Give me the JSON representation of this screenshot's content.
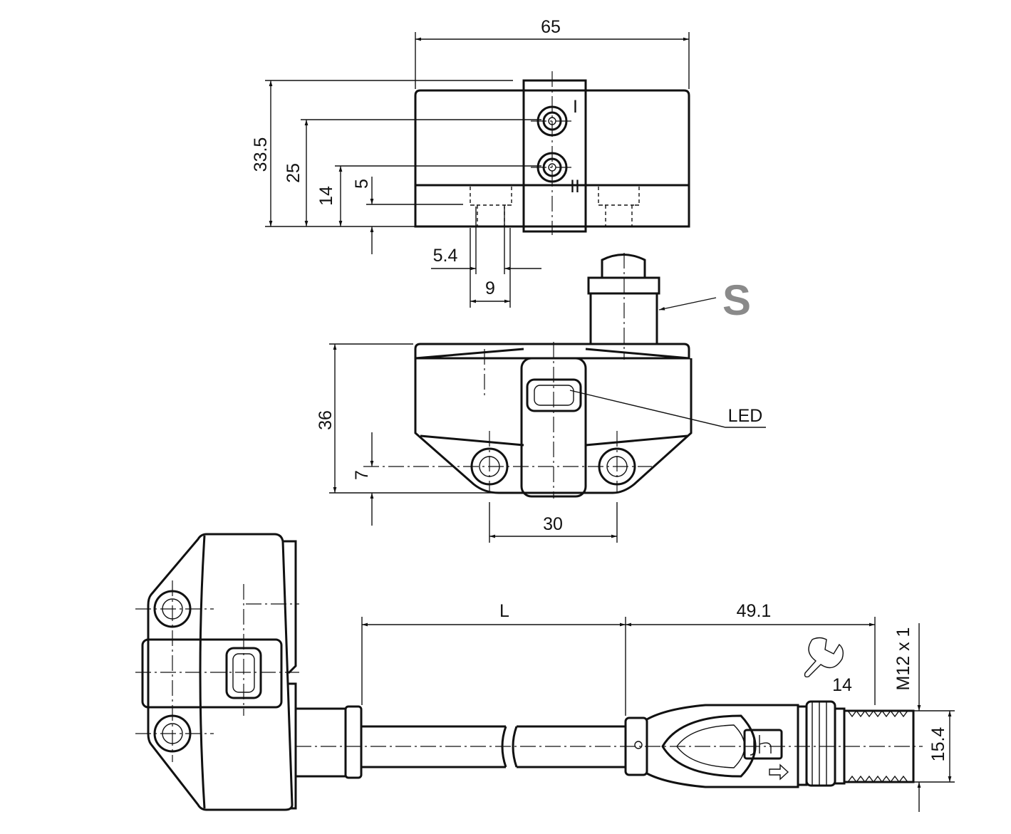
{
  "title": "Inductive sensor dimensional drawing",
  "dimensions": {
    "width": "65",
    "height_total": "33.5",
    "height_hole_1": "25",
    "height_hole_2": "14",
    "step": "5",
    "hole_diameter": "5.4",
    "counterbore": "9",
    "body_height": "36",
    "mount_offset": "7",
    "hole_spacing": "30",
    "cable_length": "L",
    "connector_length": "49.1",
    "thread": "M12 x 1",
    "wrench_size": "14",
    "connector_diameter": "15.4"
  },
  "labels": {
    "channel_1": "I",
    "channel_2": "II",
    "sensing_face": "S",
    "led": "LED"
  },
  "colors": {
    "lines": "#111111",
    "sensing_face": "#8a8a8a"
  }
}
